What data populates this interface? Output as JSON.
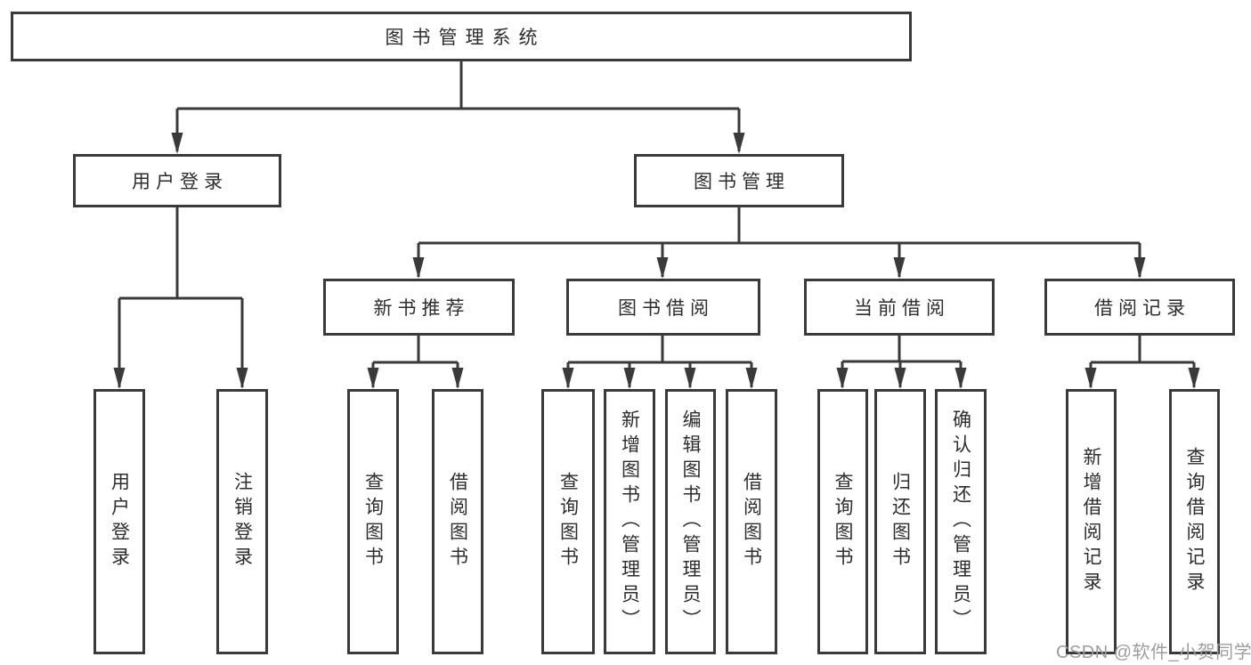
{
  "diagram": {
    "title": "图书管理系统",
    "branches": [
      {
        "label": "用户登录",
        "children": [
          {
            "label": "用户登录"
          },
          {
            "label": "注销登录"
          }
        ]
      },
      {
        "label": "图书管理",
        "children": [
          {
            "label": "新书推荐",
            "children": [
              {
                "label": "查询图书"
              },
              {
                "label": "借阅图书"
              }
            ]
          },
          {
            "label": "图书借阅",
            "children": [
              {
                "label": "查询图书"
              },
              {
                "label": "新增图书（管理员）"
              },
              {
                "label": "编辑图书（管理员）"
              },
              {
                "label": "借阅图书"
              }
            ]
          },
          {
            "label": "当前借阅",
            "children": [
              {
                "label": "查询图书"
              },
              {
                "label": "归还图书"
              },
              {
                "label": "确认归还（管理员）"
              }
            ]
          },
          {
            "label": "借阅记录",
            "children": [
              {
                "label": "新增借阅记录"
              },
              {
                "label": "查询借阅记录"
              }
            ]
          }
        ]
      }
    ]
  },
  "watermark": {
    "text": "CSDN @软件_小贺同学"
  },
  "colors": {
    "line": "#3a3a3a",
    "box_border": "#3a3a3a",
    "box_background": "#ffffff",
    "text": "#2d2d2d",
    "watermark": "#9e9e9e"
  }
}
